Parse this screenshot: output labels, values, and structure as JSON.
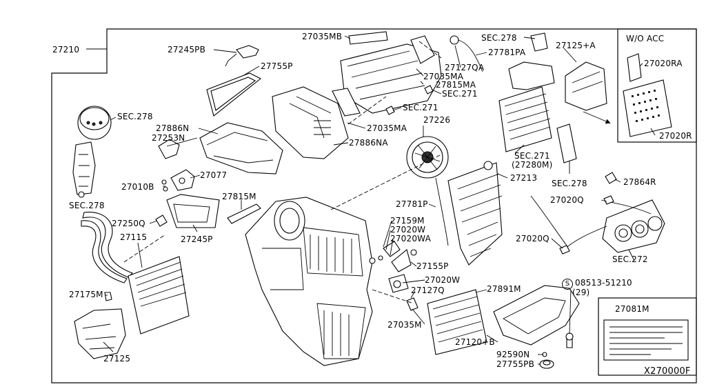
{
  "labels": {
    "p27210": "27210",
    "p27245PB": "27245PB",
    "p27755P": "27755P",
    "p27035MB": "27035MB",
    "p27127QA": "27127QA",
    "sec278_top": "SEC.278",
    "p27781PA": "27781PA",
    "p27125A": "27125+A",
    "p27035MA_1": "27035MA",
    "p27815MA": "27815MA",
    "sec271_a": "SEC.271",
    "sec271_b": "SEC.271",
    "sec278_left": "SEC.278",
    "p27886N": "27886N",
    "p27253N": "27253N",
    "p27035MA_2": "27035MA",
    "p27226": "27226",
    "p27886NA": "27886NA",
    "p27077": "27077",
    "p27010B": "27010B",
    "sec278_lower_left": "SEC.278",
    "p27815M": "27815M",
    "p27250Q": "27250Q",
    "p27245P": "27245P",
    "p27115": "27115",
    "p27175M": "27175M",
    "p27125": "27125",
    "sec271_c": "SEC.271",
    "p27280M": "(27280M)",
    "p27213": "27213",
    "sec278_right": "SEC.278",
    "p27864R": "27864R",
    "p27781P": "27781P",
    "p27159M": "27159M",
    "p27020W_1": "27020W",
    "p27020WA": "27020WA",
    "p27155P": "27155P",
    "p27020W_2": "27020W",
    "p27127Q": "27127Q",
    "p27891M": "27891M",
    "p27035M": "27035M",
    "p27120B": "27120+B",
    "p92590N": "92590N",
    "p27755PB": "27755PB",
    "p27020Q_1": "27020Q",
    "p27020Q_2": "27020Q",
    "sec272": "SEC.272",
    "p08513": "08513-51210",
    "p08513_qty": "(29)",
    "bolt_mark": "S",
    "p27081M": "27081M",
    "p27020RA": "27020RA",
    "p27020R": "27020R",
    "wo_acc": "W/O ACC",
    "diagram_id": "X270000F"
  }
}
